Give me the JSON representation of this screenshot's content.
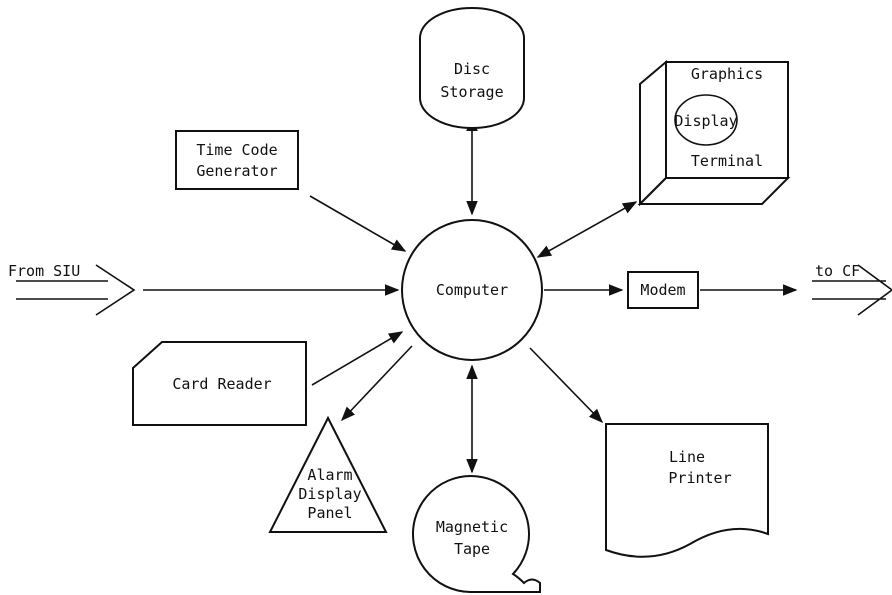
{
  "nodes": {
    "computer": "Computer",
    "disc_storage": [
      "Disc",
      "Storage"
    ],
    "graphics_terminal": {
      "top": "Graphics",
      "middle": "Display",
      "bottom": "Terminal"
    },
    "time_code_generator": [
      "Time Code",
      "Generator"
    ],
    "modem": "Modem",
    "card_reader": "Card Reader",
    "alarm_display_panel": [
      "Alarm",
      "Display",
      "Panel"
    ],
    "magnetic_tape": [
      "Magnetic",
      "Tape"
    ],
    "line_printer": [
      "Line",
      "Printer"
    ]
  },
  "labels": {
    "from_siu": "From SIU",
    "to_cf": "to CF"
  }
}
